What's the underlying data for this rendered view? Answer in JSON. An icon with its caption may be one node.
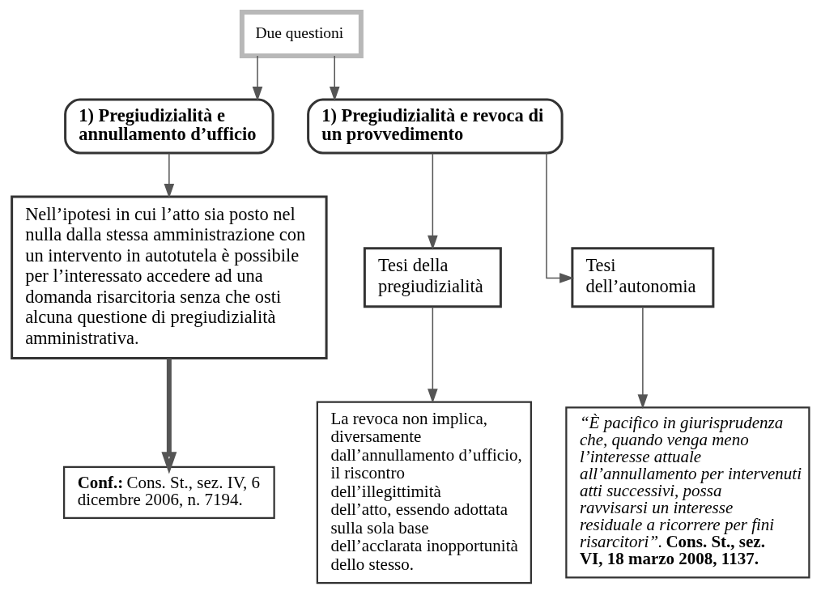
{
  "diagram": {
    "nodes": [
      {
        "text": [
          "Due questioni"
        ]
      },
      {
        "text": [
          "1) Pregiudizialità e annullamento d’ufficio"
        ]
      },
      {
        "text": [
          "1) Pregiudizialità e revoca di un provvedimento"
        ]
      },
      {
        "text": [
          "Nell’ipotesi in cui l’atto sia posto nel nulla dalla stessa amministrazione con un intervento in autotutela è possibile per l’interessato accedere ad una domanda risarcitoria senza che osti alcuna questione di pregiudizialità amministrativa."
        ]
      },
      {
        "text": [
          "**Conf.:** Cons. St., sez. IV, 6 dicembre 2006, n. 7194."
        ]
      },
      {
        "text": [
          "Tesi della pregiudizialità"
        ]
      },
      {
        "text": [
          "Tesi dell’autonomia"
        ]
      },
      {
        "text": [
          "La revoca non implica, diversamente dall’annullamento d’ufficio, il riscontro dell’illegittimità dell’atto, essendo adottata sulla sola base dell’acclarata inopportunità dello stesso."
        ]
      },
      {
        "text": [
          "*“È pacifico in giurisprudenza che, quando venga meno l’interesse attuale all’annullamento per intervenuti atti successivi, possa ravvisarsi un interesse residuale a ricorrere per fini risarcitori”.* **Cons. St., sez. VI, 18 marzo 2008, 1137.**"
        ]
      }
    ],
    "edges": [
      {
        "from": 0,
        "to": 1,
        "arrow": "to"
      },
      {
        "from": 0,
        "to": 2,
        "arrow": "to"
      },
      {
        "from": 1,
        "to": 3,
        "arrow": "to"
      },
      {
        "from": 3,
        "to": 4,
        "arrow": "to",
        "style": "thick"
      },
      {
        "from": 2,
        "to": 5,
        "arrow": "to"
      },
      {
        "from": 2,
        "to": 6,
        "arrow": "to"
      },
      {
        "from": 5,
        "to": 7,
        "arrow": "to"
      },
      {
        "from": 6,
        "to": 8,
        "arrow": "to"
      }
    ]
  }
}
